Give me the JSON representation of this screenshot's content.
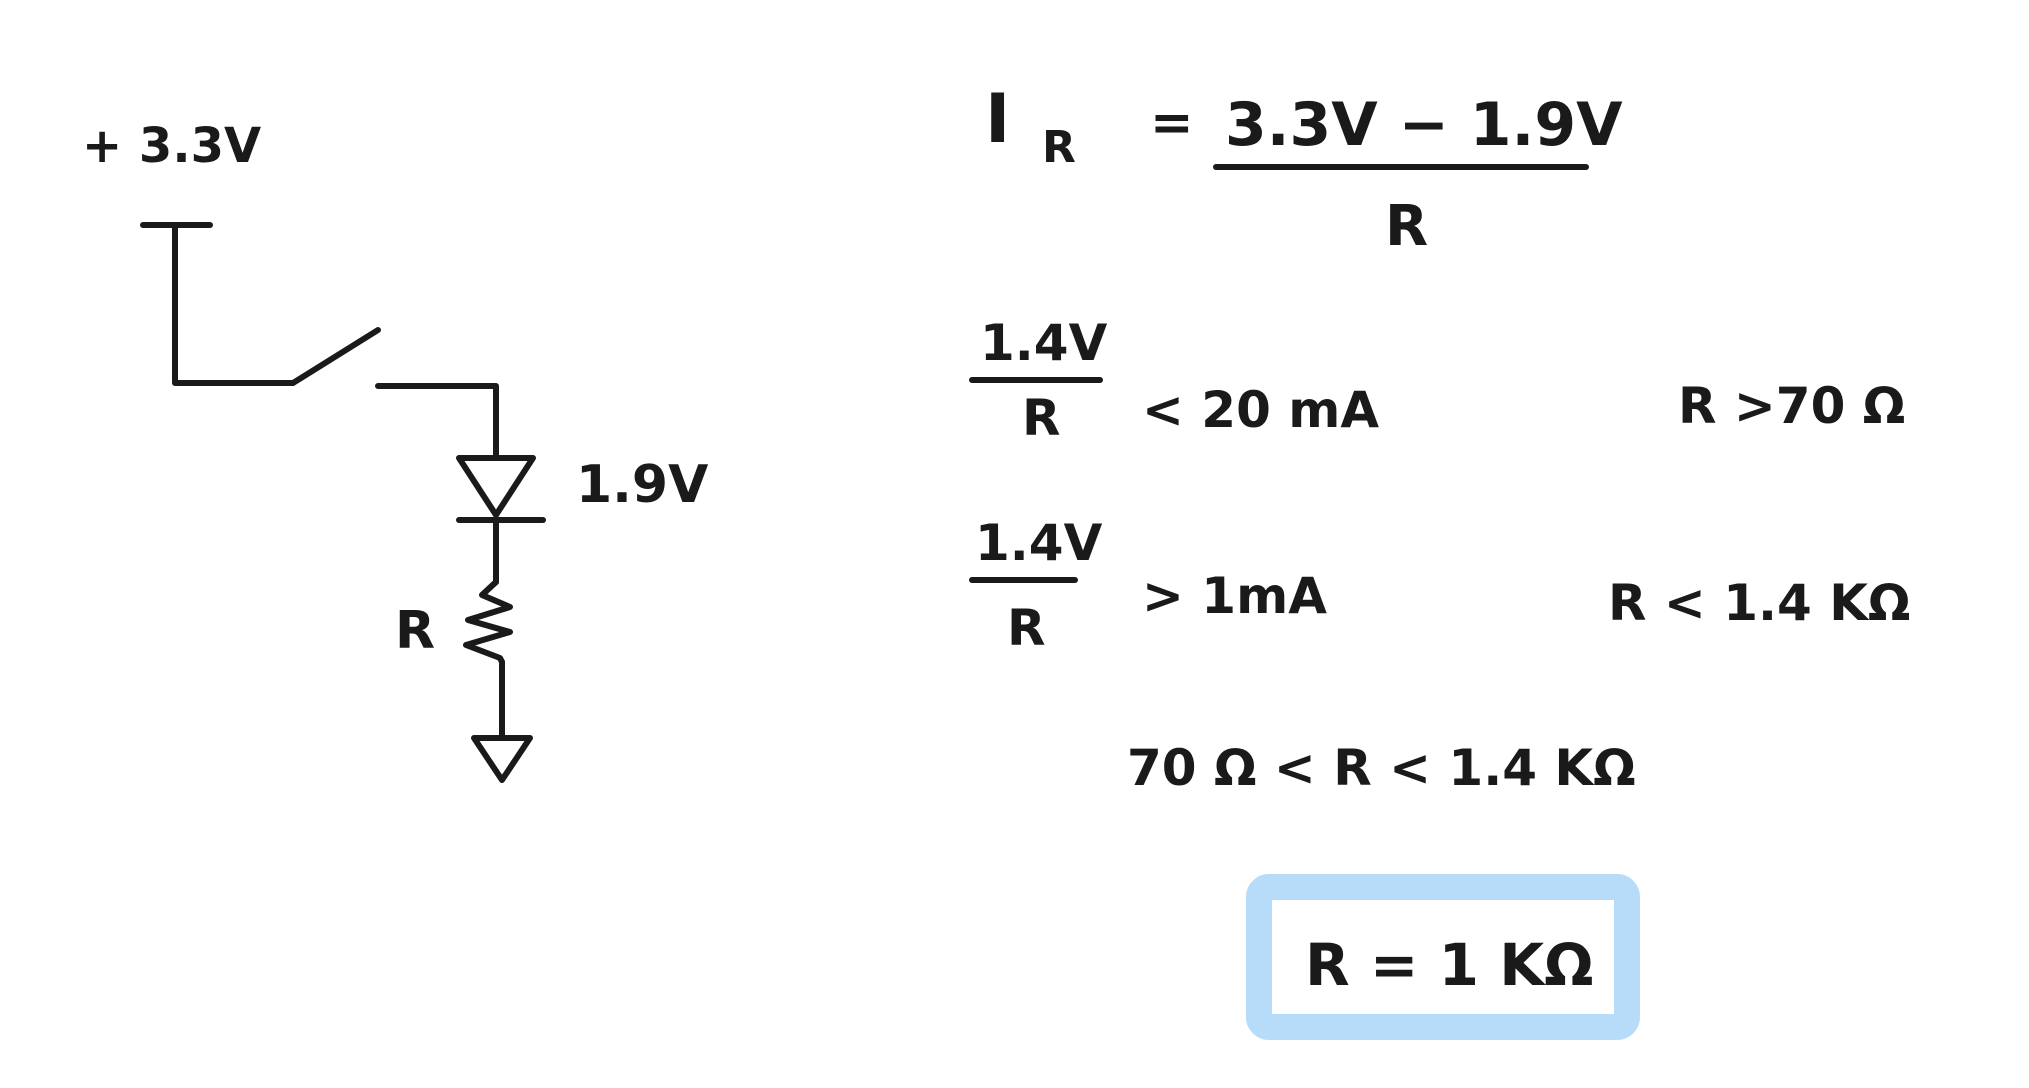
{
  "circuit": {
    "supply_label": "+ 3.3V",
    "led_voltage_label": "1.9V",
    "resistor_label": "R"
  },
  "equations": {
    "current": {
      "lhs_main": "I",
      "lhs_sub": "R",
      "equals": "=",
      "numerator": "3.3V − 1.9V",
      "denominator": "R"
    },
    "max_current": {
      "numerator": "1.4V",
      "denominator": "R",
      "relation": "< 20 mA",
      "result": "R >70 Ω"
    },
    "min_current": {
      "numerator": "1.4V",
      "denominator": "R",
      "relation": "> 1mA",
      "result": "R < 1.4 KΩ"
    },
    "range": "70 Ω < R < 1.4 KΩ",
    "answer": "R = 1 KΩ"
  },
  "colors": {
    "ink": "#1a1a1a",
    "highlight": "#b7dcfa",
    "background": "#ffffff"
  }
}
